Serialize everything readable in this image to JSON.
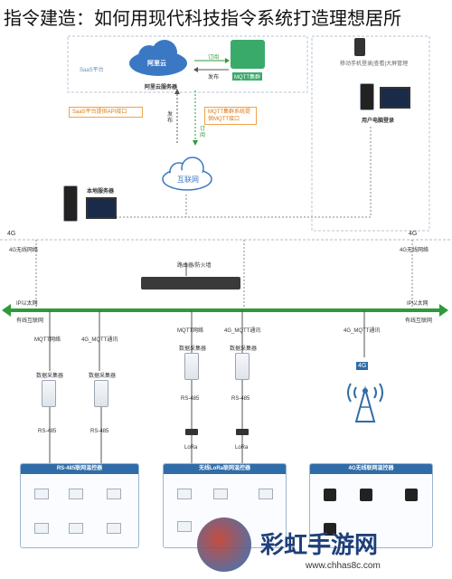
{
  "title": "指令建造：如何用现代科技指令系统打造理想居所",
  "cloud": {
    "aliyun": "阿里云",
    "saas": "SaaS平台",
    "server": "阿里云服务器",
    "mqtt_cluster": "MQTT集群",
    "saas_api": "SaaS平台提供API接口",
    "mqtt_service": "MQTT集群系统提供MQTT接口",
    "subscribe": "订阅",
    "publish": "发布",
    "mobile": "移动手机登录|查看|大屏管理",
    "pc_login": "用户电脑登录"
  },
  "internet": "互联网",
  "local_server": "本地服务器",
  "network": {
    "g4": "4G",
    "g4_wireless": "4G无线网络",
    "router": "路由器/防火墙",
    "ip_ethernet": "IP以太网",
    "wired": "有线互联网"
  },
  "edge": {
    "mqtt": "MQTT网络",
    "g4_mqtt": "4G_MQTT通讯",
    "collector": "数据采集器",
    "rs485": "RS-485",
    "lora": "LoRa"
  },
  "panels": {
    "rs485": "RS-485联网温控器",
    "lora": "无线LoRa联网温控器",
    "g4": "4G无线联网温控器"
  },
  "watermark": {
    "text": "彩虹手游网",
    "url": "www.chhas8c.com"
  }
}
